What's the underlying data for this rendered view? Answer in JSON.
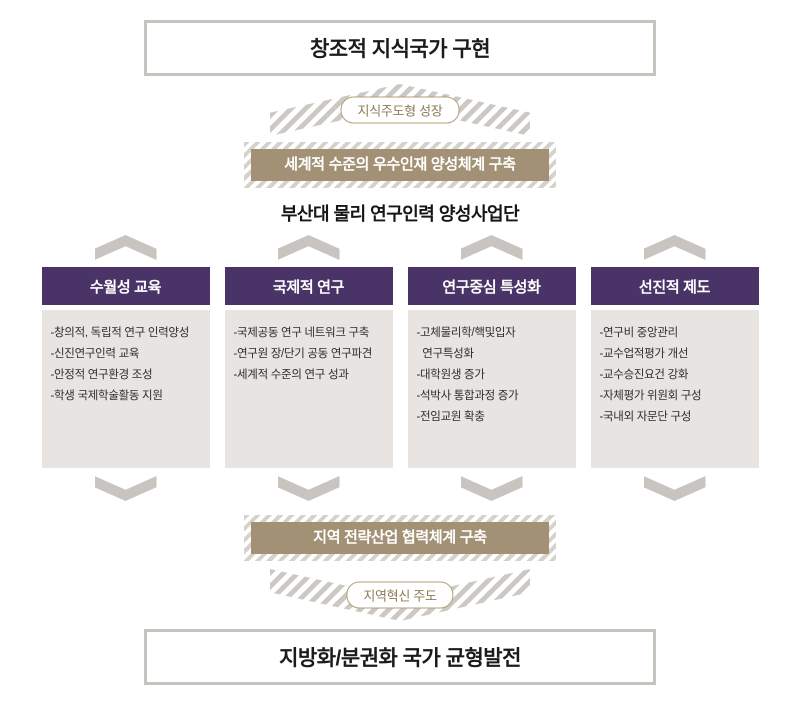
{
  "colors": {
    "header_purple": "#4a3367",
    "highlight_tan": "#a39176",
    "panel_gray": "#e7e4e1",
    "arrow_gray": "#c8c5c1",
    "box_border_gray": "#c7c4c0",
    "pill_border_tan": "#b1a078",
    "pill_text_brown": "#8c7a55",
    "text_dark": "#1b1b1b"
  },
  "top_box": {
    "label": "창조적 지식국가 구현"
  },
  "up_flow": {
    "pill_label": "지식주도형 성장"
  },
  "vision_box": {
    "label": "세계적 수준의 우수인재 양성체계 구축"
  },
  "program_title": "부산대 물리 연구인력 양성사업단",
  "columns": [
    {
      "title": "수월성 교육",
      "lines": [
        "-창의적, 독립적 연구 인력양성",
        "-신진연구인력 교육",
        "-안정적 연구환경 조성",
        "-학생 국제학술활동 지원"
      ]
    },
    {
      "title": "국제적 연구",
      "lines": [
        "-국제공동 연구 네트워크 구축",
        "-연구원 장/단기 공동 연구파견",
        "-세계적 수준의 연구 성과"
      ]
    },
    {
      "title": "연구중심 특성화",
      "lines": [
        "-고체물리학/핵및입자",
        "  연구특성화",
        "-대학원생 증가",
        "-석박사 통합과정 증가",
        "-전임교원 확충"
      ]
    },
    {
      "title": "선진적 제도",
      "lines": [
        "-연구비 중앙관리",
        "-교수업적평가 개선",
        "-교수승진요건 강화",
        "-자체평가 위원회 구성",
        "-국내외 자문단 구성"
      ]
    }
  ],
  "strategy_box": {
    "label": "지역 전략산업 협력체계 구축"
  },
  "down_flow": {
    "pill_label": "지역혁신 주도"
  },
  "bottom_box": {
    "label": "지방화/분권화 국가 균형발전"
  }
}
